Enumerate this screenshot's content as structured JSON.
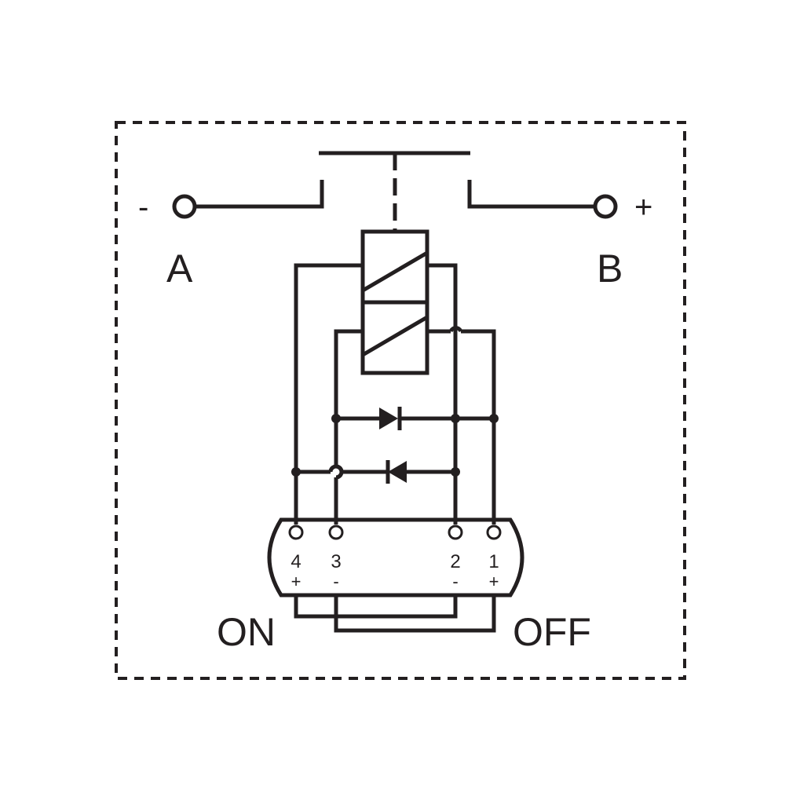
{
  "terminals": {
    "a": {
      "label": "A",
      "polarity": "-"
    },
    "b": {
      "label": "B",
      "polarity": "+"
    }
  },
  "connector": {
    "pins": [
      {
        "number": "4",
        "polarity": "+"
      },
      {
        "number": "3",
        "polarity": "-"
      },
      {
        "number": "2",
        "polarity": "-"
      },
      {
        "number": "1",
        "polarity": "+"
      }
    ]
  },
  "states": {
    "on": "ON",
    "off": "OFF"
  },
  "colors": {
    "line": "#231f20",
    "background": "#ffffff"
  }
}
